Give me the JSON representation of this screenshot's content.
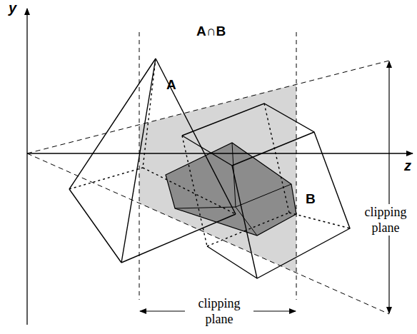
{
  "diagram": {
    "labels": [
      "y",
      "z",
      "A∩B",
      "A",
      "B",
      "clipping plane",
      "clipping plane"
    ]
  }
}
